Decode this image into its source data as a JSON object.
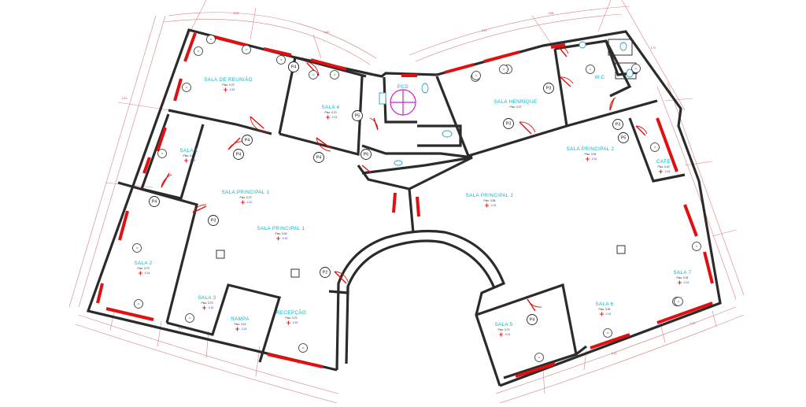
{
  "plan": {
    "rooms": [
      {
        "name": "SALA DE REUNIÃO",
        "sub": "Piso: 3,70",
        "level": "-0,15"
      },
      {
        "name": "SALA 4",
        "sub": "Piso: 3,70",
        "level": "-0,15"
      },
      {
        "name": "PCD",
        "sub": "",
        "level": ""
      },
      {
        "name": "SALA HENRIQUE",
        "sub": "Piso: 3,37",
        "level": ""
      },
      {
        "name": "W.C",
        "sub": "",
        "level": ""
      },
      {
        "name": "SALA 1",
        "sub": "Piso: 3,00",
        "level": "-0,15"
      },
      {
        "name": "SALA PRINCIPAL 1",
        "sub": "Piso: 3,70",
        "level": "-0,10"
      },
      {
        "name": "SALA PRINCIPAL 2",
        "sub": "Piso: 3,91",
        "level": "-0,15"
      },
      {
        "name": "SALA PRINCIPAL 2",
        "sub": "Piso: 3,84",
        "level": "-0,15"
      },
      {
        "name": "CAFÉ",
        "sub": "Piso: 3,40",
        "level": "-0,15"
      },
      {
        "name": "SALA PRINCIPAL 1",
        "sub": "Piso: 3,00",
        "level": "-0,15"
      },
      {
        "name": "SALA 2",
        "sub": "Piso: 3,70",
        "level": "-0,15"
      },
      {
        "name": "SALA 3",
        "sub": "Piso: 3,70",
        "level": "-0,15"
      },
      {
        "name": "RAMPA",
        "sub": "Piso: 3,10",
        "level": "-0,15"
      },
      {
        "name": "RECEPÇÃO",
        "sub": "Piso: 3,70",
        "level": "-0,15"
      },
      {
        "name": "SALA 5",
        "sub": "Piso: 3,70",
        "level": "-0,15"
      },
      {
        "name": "SALA 6",
        "sub": "Piso: 3,91",
        "level": "-0,15"
      },
      {
        "name": "SALA 7",
        "sub": "Piso: 3,91",
        "level": "-0,15"
      }
    ],
    "door_tags": [
      "P4",
      "P4",
      "P4",
      "P4",
      "P5",
      "P6",
      "P3",
      "P3",
      "P3",
      "P5",
      "P4",
      "P3",
      "P2",
      "P4",
      "P4"
    ],
    "window_tags": [
      "J1",
      "J1",
      "J2",
      "J3",
      "J4",
      "J1",
      "J1",
      "J2",
      "J1",
      "J4",
      "J5",
      "J5",
      "J2",
      "J1",
      "J5",
      "J1",
      "J1",
      "J3",
      "J1",
      "J1",
      "J3",
      "J1",
      "J4",
      "J1"
    ],
    "dimensions": [
      "5,30",
      "3,40",
      "2,85",
      "3,10",
      "1,70",
      "4,10",
      "1,80",
      "5,80",
      "3,10",
      "2,70",
      "2,40"
    ],
    "colors": {
      "walls": "#2b2b2b",
      "windows": "#e01010",
      "doors": "#e01010",
      "room_names": "#00b7c7",
      "levels": "#1a3cff",
      "dimension_lines": "#d98080",
      "shower": "#d020d0",
      "fixtures": "#2aa0c8"
    }
  }
}
